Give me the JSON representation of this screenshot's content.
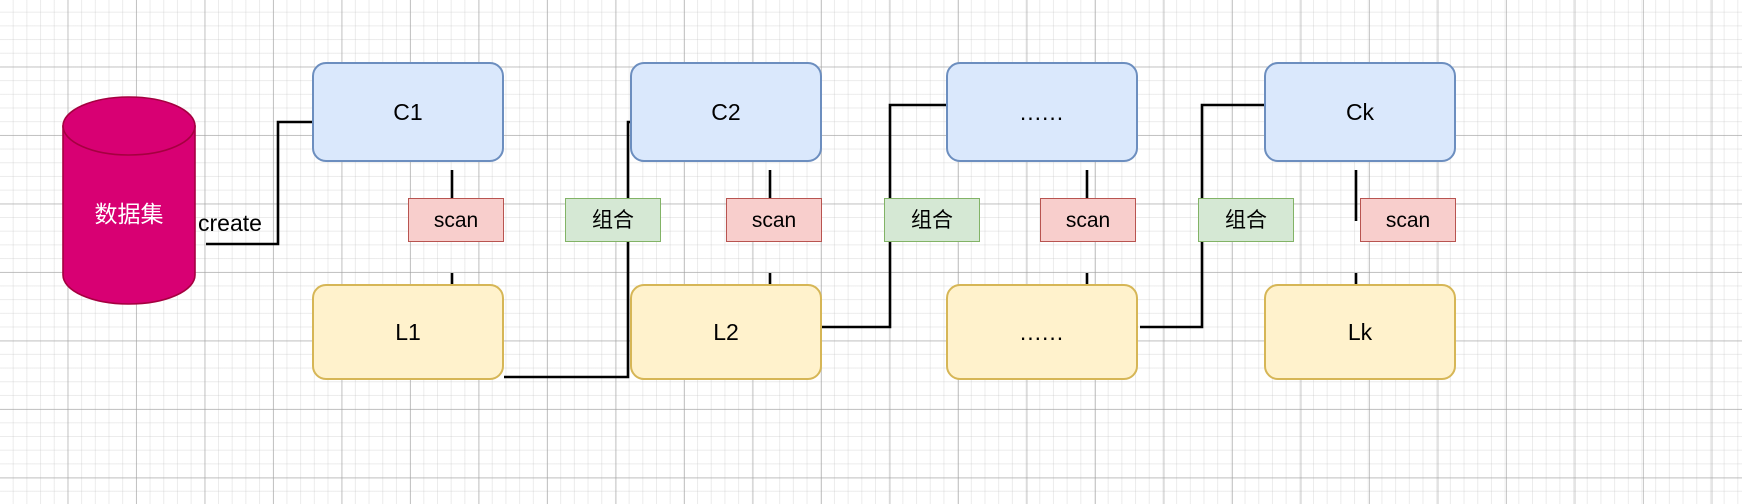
{
  "diagram": {
    "title": "dataset scan and combine pipeline",
    "background": "#ffffff",
    "grid": true
  },
  "palette": {
    "cylinder_fill": "#d80073",
    "cylinder_stroke": "#a50040",
    "cylinder_text": "#ffffff",
    "c_fill": "#dae8fc",
    "c_stroke": "#6c8ebf",
    "l_fill": "#fff2cc",
    "l_stroke": "#d6b656",
    "scan_fill": "#f8cecc",
    "scan_stroke": "#b85450",
    "combine_fill": "#d5e8d4",
    "combine_stroke": "#82b366",
    "edge_stroke": "#000000"
  },
  "datastore": {
    "label": "数据集",
    "shape": "cylinder"
  },
  "edges": {
    "create_label": "create"
  },
  "stages": [
    {
      "id": "stage-1",
      "top_label": "C1",
      "bottom_label": "L1",
      "scan_label": "scan",
      "combine_label": "组合"
    },
    {
      "id": "stage-2",
      "top_label": "C2",
      "bottom_label": "L2",
      "scan_label": "scan",
      "combine_label": "组合"
    },
    {
      "id": "stage-3",
      "top_label": "......",
      "bottom_label": "......",
      "scan_label": "scan",
      "combine_label": "组合"
    },
    {
      "id": "stage-4",
      "top_label": "Ck",
      "bottom_label": "Lk",
      "scan_label": "scan",
      "combine_label": ""
    }
  ]
}
